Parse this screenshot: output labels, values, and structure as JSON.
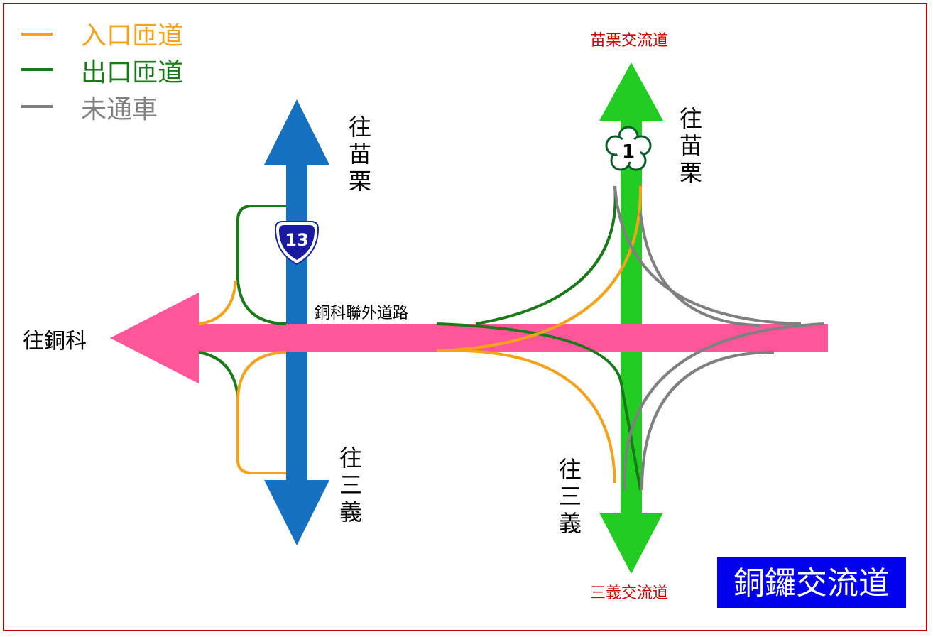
{
  "legend": {
    "entrance": {
      "label": "入口匝道",
      "color": "#f5a21b"
    },
    "exit": {
      "label": "出口匝道",
      "color": "#1a7a1a"
    },
    "unopened": {
      "label": "未通車",
      "color": "#808080"
    }
  },
  "roads": {
    "provincial_13": {
      "shield_number": "13",
      "color": "#1570c0"
    },
    "freeway_1": {
      "shield_number": "1",
      "color": "#22cc22"
    },
    "tongke_road": {
      "label": "銅科聯外道路",
      "color": "#ff5599"
    }
  },
  "directions": {
    "west": "往銅科",
    "left_north": "往苗栗",
    "left_south": "往三義",
    "right_north": "往苗栗",
    "right_south": "往三義"
  },
  "interchanges": {
    "north": "苗栗交流道",
    "south": "三義交流道"
  },
  "title": "銅鑼交流道",
  "title_bg": "#0000ee"
}
